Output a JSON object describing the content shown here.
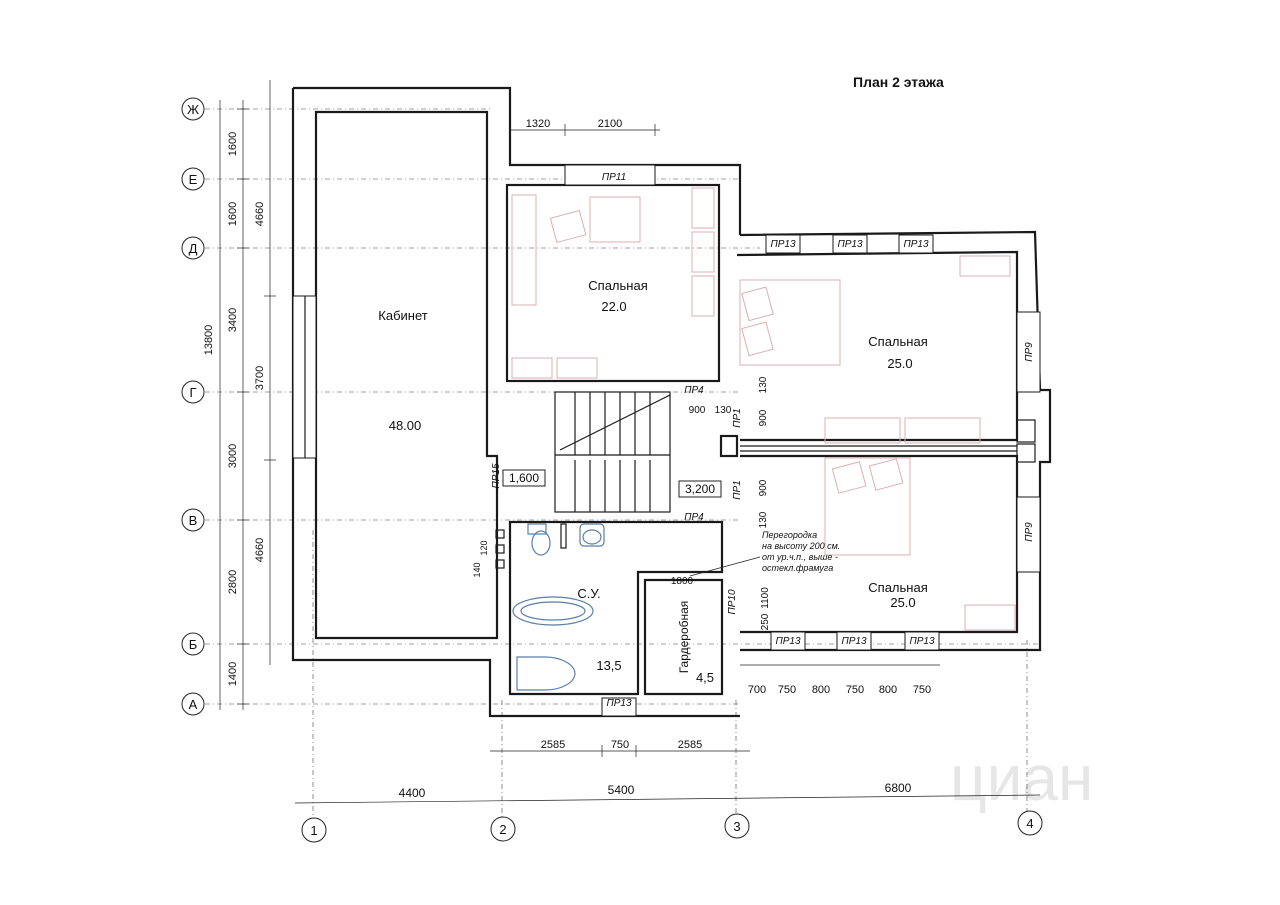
{
  "title": "План 2 этажа",
  "watermark": "циан",
  "axes_rows": [
    "Ж",
    "Е",
    "Д",
    "Г",
    "В",
    "Б",
    "А"
  ],
  "axes_cols": [
    "1",
    "2",
    "3",
    "4"
  ],
  "dims_left": {
    "inner": [
      "1600",
      "1600",
      "3400",
      "3000",
      "2800",
      "1400"
    ],
    "middle": [
      "4660",
      "3700",
      "4660"
    ],
    "outer": "13800"
  },
  "dims_bottom": {
    "detail": [
      "2585",
      "750",
      "2585"
    ],
    "overall": [
      "4400",
      "5400",
      "6800"
    ],
    "windows": [
      "700",
      "750",
      "800",
      "750",
      "800",
      "750"
    ]
  },
  "dims_top": [
    "1320",
    "2100"
  ],
  "dims_misc": {
    "d900a": "900",
    "d130a": "130",
    "d130b": "130",
    "d900b": "900",
    "d900c": "900",
    "d130c": "130",
    "d120": "120",
    "d140": "140",
    "d1800": "1800",
    "d1100": "1100",
    "d250": "250",
    "box1": "1,600",
    "box2": "3,200"
  },
  "openings": {
    "pr11": "ПР11",
    "pr13": "ПР13",
    "pr4": "ПР4",
    "pr1": "ПР1",
    "pr15": "ПР15",
    "pr9": "ПР9",
    "pr10": "ПР10"
  },
  "rooms": {
    "cabinet": {
      "name": "Кабинет",
      "area": "48.00"
    },
    "bedroom1": {
      "name": "Спальная",
      "area": "22.0"
    },
    "bedroom2": {
      "name": "Спальная",
      "area": "25.0"
    },
    "bedroom3": {
      "name": "Спальная",
      "area": "25.0"
    },
    "bathroom": {
      "name": "С.У.",
      "area": "13,5"
    },
    "wardrobe": {
      "name": "Гардеробная",
      "area": "4,5"
    }
  },
  "note": [
    "Перегородка",
    "на высоту 200 см.",
    "от ур.ч.п., выше -",
    "остекл.фрамуга"
  ]
}
